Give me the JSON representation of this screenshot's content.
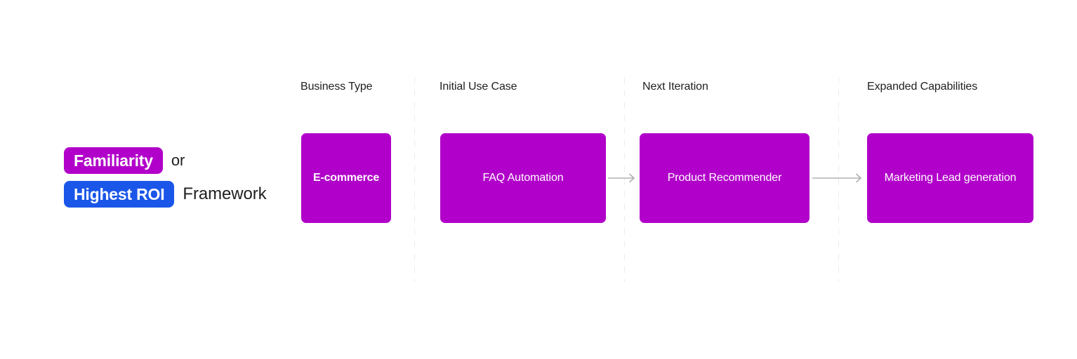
{
  "title": {
    "badge_familiarity": "Familiarity",
    "conjunction": "or",
    "badge_roi": "Highest ROI",
    "suffix": "Framework"
  },
  "colors": {
    "card_magenta": "#b100c9",
    "badge_blue": "#1a56e8",
    "text_dark": "#1f1f1f",
    "divider_gray": "#ececec",
    "arrow_gray": "#b0b0b0"
  },
  "columns": [
    {
      "header": "Business Type",
      "card_label": "E-commerce"
    },
    {
      "header": "Initial Use Case",
      "card_label": "FAQ Automation"
    },
    {
      "header": "Next Iteration",
      "card_label": "Product Recommender"
    },
    {
      "header": "Expanded Capabilities",
      "card_label": "Marketing Lead generation"
    }
  ]
}
